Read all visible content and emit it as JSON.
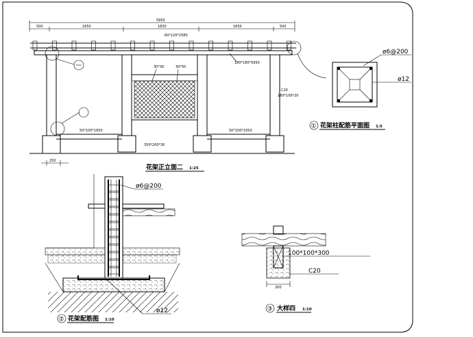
{
  "elevation": {
    "title": "花架正立面二",
    "scale": "1:25",
    "dims": {
      "total": "5950",
      "segments": [
        "500",
        "1650",
        "1650",
        "1650",
        "500"
      ],
      "beam_top": "60*120*2580",
      "beam_main": "180*180*5950",
      "panel_a": "30*30",
      "panel_b": "30*50",
      "concrete": "C20",
      "bench_left": "50*100*1650",
      "bench_right": "50*100*1650",
      "base_beam": "350*200*30",
      "right_beam": "180*100*20",
      "bottom_left": "250"
    }
  },
  "plan_detail": {
    "number": "①",
    "title": "花架柱配筋平面图",
    "scale": "1:5",
    "stirrup": "ø6@200",
    "bar": "ø12"
  },
  "rebar_detail": {
    "number": "②",
    "title": "花架配筋图",
    "scale": "1:10",
    "stirrup": "ø6@200",
    "bar": "ø12"
  },
  "detail_four": {
    "number": "③",
    "title": "大样四",
    "scale": "1:10",
    "timber": "100*100*300",
    "concrete": "C20",
    "width": "200"
  }
}
